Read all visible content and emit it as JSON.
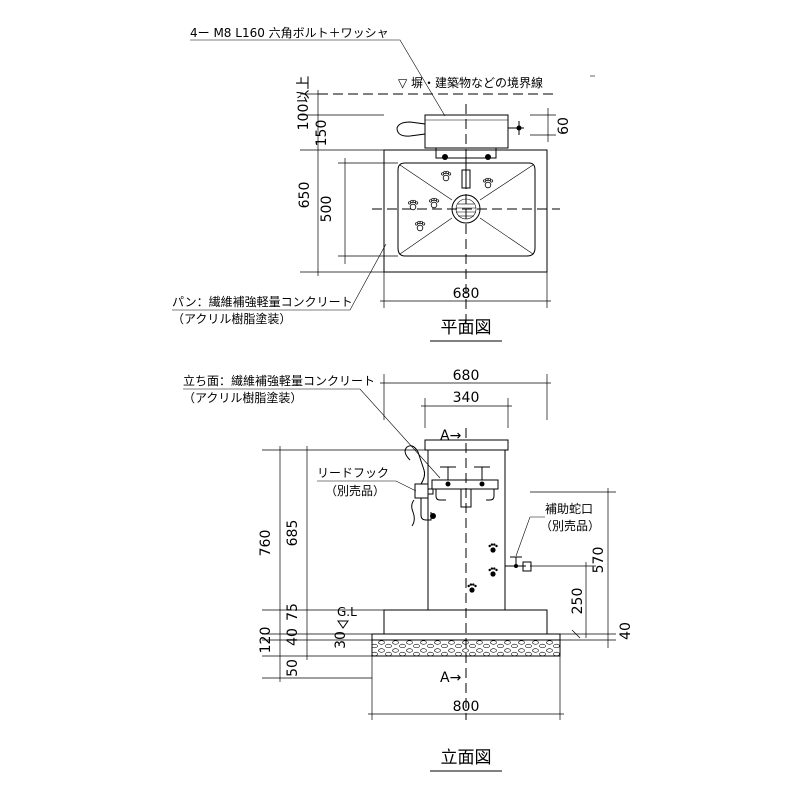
{
  "plan": {
    "bolt_label": "4ー M8  L160  六角ボルト＋ワッシャ",
    "boundary_label": "▽ 塀・建築物などの境界線",
    "dim_100": "100以上",
    "dim_150": "150",
    "dim_60": "60",
    "dim_650": "650",
    "dim_500": "500",
    "dim_680": "680",
    "pan_label_1": "パン：繊維補強軽量コンクリート",
    "pan_label_2": "（アクリル樹脂塗装）",
    "title": "平面図"
  },
  "elevation": {
    "stand_label_1": "立ち面：繊維補強軽量コンクリート",
    "stand_label_2": "（アクリル樹脂塗装）",
    "dim_680": "680",
    "dim_340": "340",
    "section_a_top": "A→",
    "section_a_bottom": "A→",
    "hook_label_1": "リードフック",
    "hook_label_2": "（別売品）",
    "faucet_label_1": "補助蛇口",
    "faucet_label_2": "（別売品）",
    "dim_760": "760",
    "dim_685": "685",
    "dim_75": "75",
    "gl_label": "G.L",
    "dim_120": "120",
    "dim_40_left": "40",
    "dim_30": "30",
    "dim_50": "50",
    "dim_570": "570",
    "dim_250": "250",
    "dim_40_right": "40",
    "dim_800": "800",
    "title": "立面図"
  }
}
